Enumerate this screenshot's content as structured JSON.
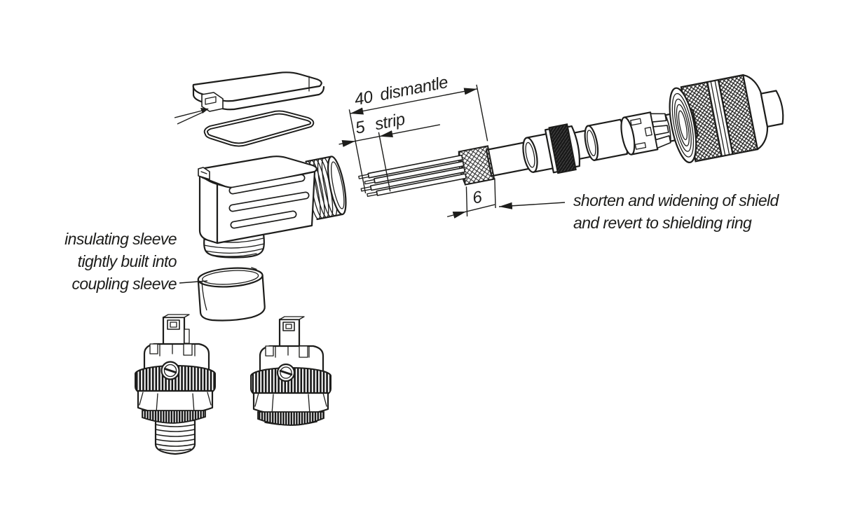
{
  "canvas": {
    "background": "#ffffff",
    "line_color": "#1d1d1b"
  },
  "dimensions": {
    "dismantle": {
      "value": "40",
      "label": "dismantle"
    },
    "strip": {
      "value": "5",
      "label": "strip"
    },
    "shield": {
      "value": "6"
    }
  },
  "notes": {
    "shield": {
      "line1": "shorten and widening of shield",
      "line2": "and revert to shielding ring"
    },
    "sleeve": {
      "line1": "insulating sleeve",
      "line2": "tightly built into",
      "line3": "coupling sleeve"
    }
  },
  "parts": {
    "cover": "protective-cover",
    "gasket": "flat-gasket",
    "housing": "angled-connector-housing",
    "coupling_sleeve": "coupling-sleeve",
    "wires": "stripped-wires",
    "braid": "shield-braid",
    "cable": "cable-jacket",
    "shield_ring": "shielding-ring",
    "seal": "rubber-seal",
    "cage": "clamping-cage",
    "pressure_screw": "knurled-pressure-screw",
    "insert_left": "contact-insert-with-thread",
    "insert_right": "contact-insert"
  }
}
